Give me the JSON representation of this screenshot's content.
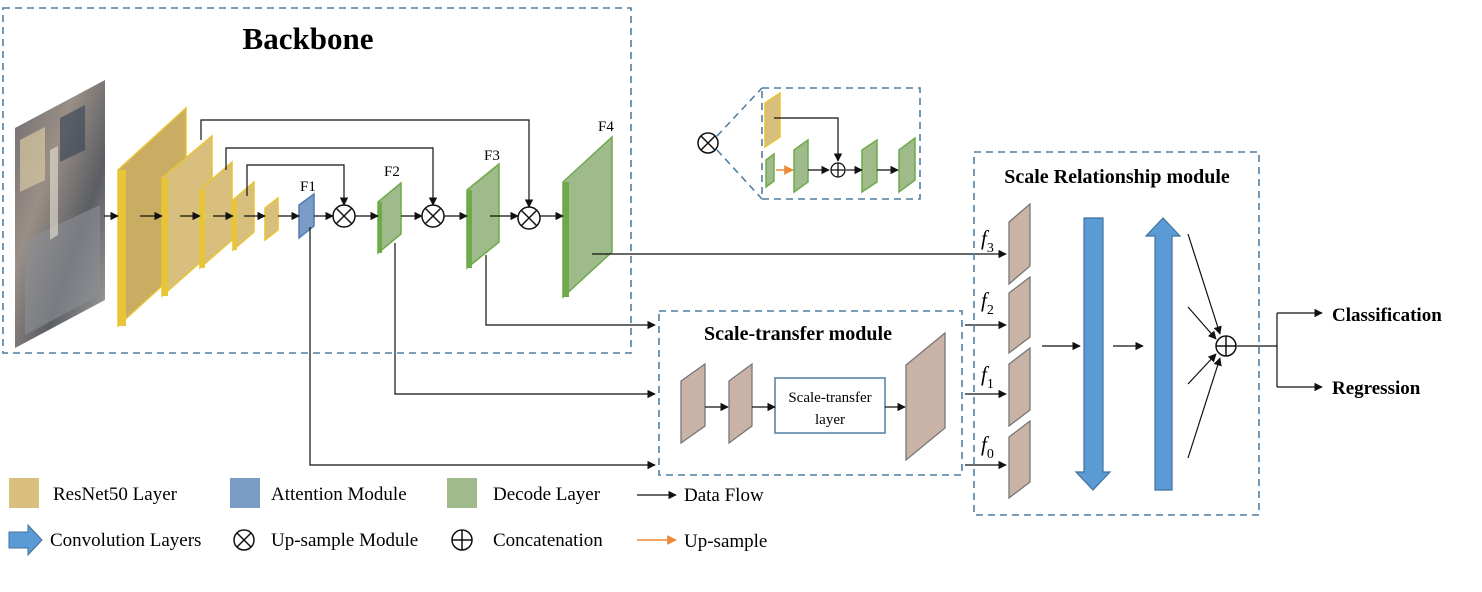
{
  "backbone": {
    "title": "Backbone",
    "feature_labels": {
      "f1": "F1",
      "f2": "F2",
      "f3": "F3",
      "f4": "F4"
    }
  },
  "scale_transfer": {
    "title": "Scale-transfer module",
    "layer_line1": "Scale-transfer",
    "layer_line2": "layer"
  },
  "scale_relationship": {
    "title": "Scale Relationship module",
    "feature_labels": [
      {
        "base": "f",
        "sub": "3"
      },
      {
        "base": "f",
        "sub": "2"
      },
      {
        "base": "f",
        "sub": "1"
      },
      {
        "base": "f",
        "sub": "0"
      }
    ]
  },
  "outputs": {
    "classification": "Classification",
    "regression": "Regression"
  },
  "legend": {
    "resnet": "ResNet50 Layer",
    "attention": "Attention Module",
    "decode": "Decode Layer",
    "data_flow": "Data Flow",
    "conv": "Convolution Layers",
    "upsample_module": "Up-sample Module",
    "concat": "Concatenation",
    "upsample": "Up-sample"
  },
  "colors": {
    "resnet": "#d8bf7e",
    "resnet_edge": "#e8c437",
    "attention": "#7a9cc4",
    "decode": "#9fbb8c",
    "decode_edge": "#6faa4a",
    "feature": "#c9b2a6",
    "conv": "#5b9bd5",
    "upsample_arrow": "#ed8b3a",
    "dashed_box": "#4f7fa0"
  }
}
